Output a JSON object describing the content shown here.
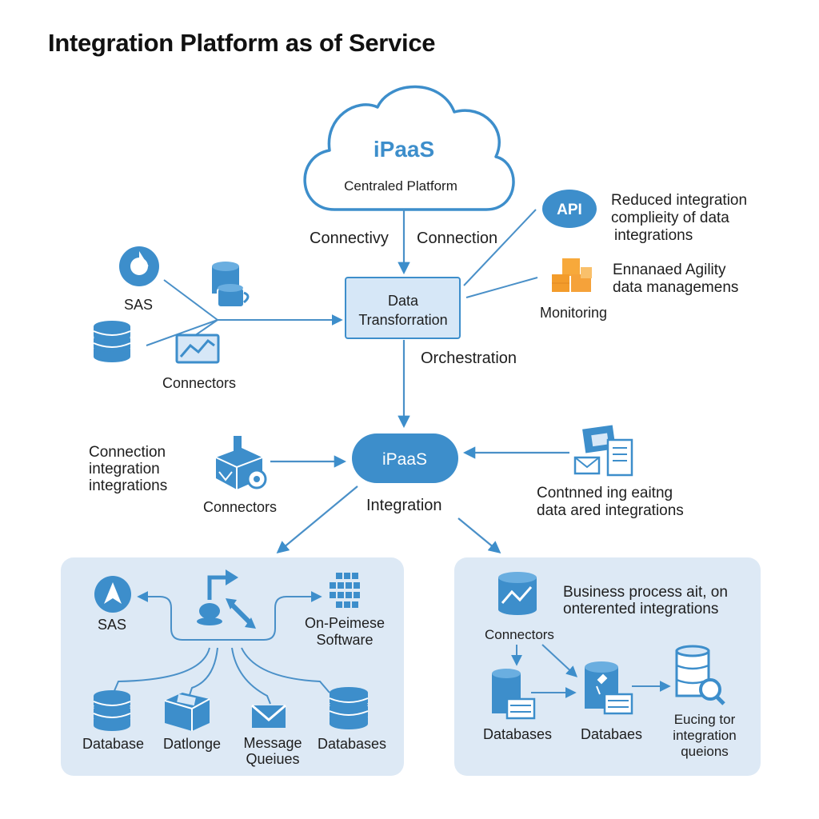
{
  "title": "Integration Platform as of Service",
  "cloud": {
    "title": "iPaaS",
    "subtitle": "Centraled Platform"
  },
  "labels": {
    "connectivity": "Connectivy",
    "connection": "Connection",
    "orchestration": "Orchestration",
    "integration": "Integration",
    "sas_top": "SAS",
    "connectors_left": "Connectors",
    "connection_integration": [
      "Connection",
      "integration",
      "integrations"
    ],
    "connectors_mid": "Connectors",
    "monitoring": "Monitoring",
    "api_badge": "API",
    "api_text": [
      "Reduced integration",
      "complieity of data",
      "integrations"
    ],
    "agility_text": [
      "Ennanaed Agility",
      "data managemens"
    ],
    "continued_text": [
      "Contnned ing eaitng",
      "data ared integrations"
    ]
  },
  "transform_box": [
    "Data",
    "Transforration"
  ],
  "hub": "iPaaS",
  "left_panel": {
    "sas": "SAS",
    "onprem": [
      "On-Peimese",
      "Software"
    ],
    "bottom": [
      "Database",
      "Datlonge",
      "Message\nQueiues",
      "Databases"
    ]
  },
  "right_panel": {
    "heading": [
      "Business process ait, on",
      "onterented integrations"
    ],
    "connectors": "Connectors",
    "databases": "Databases",
    "databaes": "Databaes",
    "eucing": [
      "Eucing tor",
      "integration",
      "queions"
    ]
  },
  "colors": {
    "accent": "#3d8ecb",
    "line": "#4a90c8",
    "panel": "#dde9f5",
    "box": "#d6e7f7",
    "orange": "#f39c2b"
  }
}
